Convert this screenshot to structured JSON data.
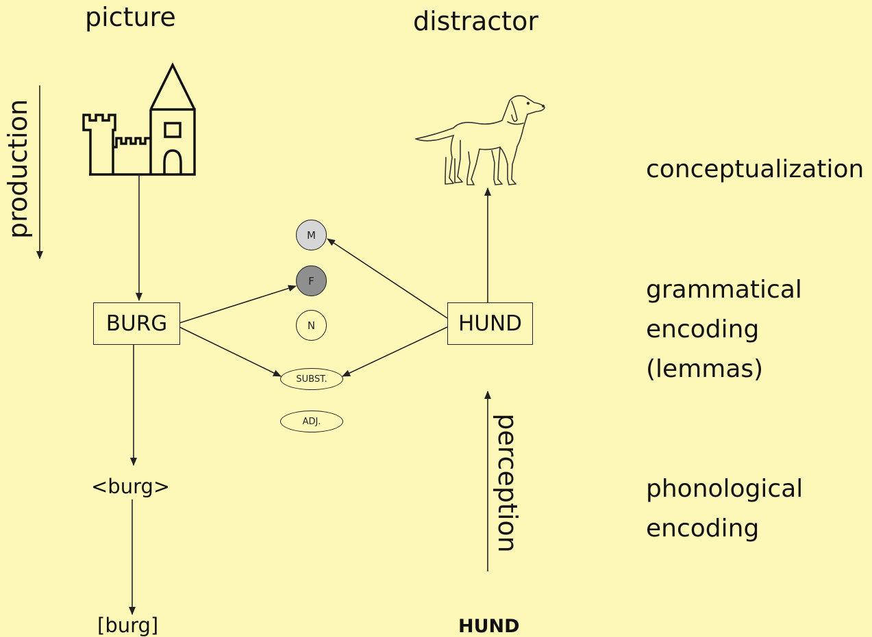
{
  "headers": {
    "picture": "picture",
    "distractor": "distractor"
  },
  "side_labels": {
    "production": "production",
    "perception": "perception"
  },
  "stages": {
    "conceptualization": "conceptualization",
    "grammatical_lines": [
      "grammatical",
      "encoding",
      "(lemmas)"
    ],
    "phonological_lines": [
      "phonological",
      "encoding"
    ]
  },
  "lemmas": {
    "target": "BURG",
    "distractor": "HUND"
  },
  "gender_nodes": {
    "m": "M",
    "f": "F",
    "n": "N"
  },
  "category_nodes": {
    "noun": "SUBST.",
    "adjective": "ADJ."
  },
  "phonology": {
    "target_form": "<burg>",
    "target_output": "[burg]",
    "distractor_input": "HUND"
  },
  "colors": {
    "background": "#fdf8b8",
    "node_m": "#d6d6d6",
    "node_f": "#8f8f8f",
    "line": "#222222"
  },
  "icons": {
    "picture": "castle-icon",
    "distractor": "dog-icon"
  }
}
